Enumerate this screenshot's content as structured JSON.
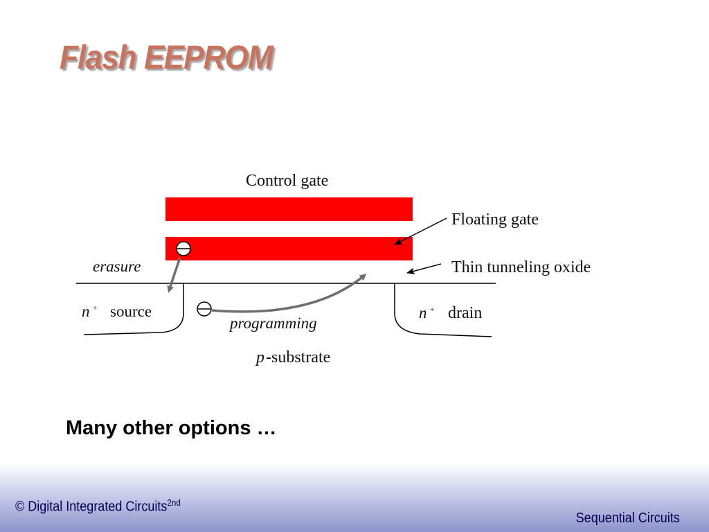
{
  "slide": {
    "title": "Flash EEPROM",
    "body_text": "Many other options …"
  },
  "diagram": {
    "labels": {
      "control_gate": "Control gate",
      "floating_gate": "Floating gate",
      "thin_tunneling_oxide": "Thin tunneling oxide",
      "erasure": "erasure",
      "programming": "programming",
      "source_n": "n",
      "source_n_sup": "+",
      "source": "source",
      "drain_n": "n",
      "drain_n_sup": "+",
      "drain": "drain",
      "substrate_p": "p",
      "substrate": "-substrate"
    },
    "electron_symbol": "⊖",
    "colors": {
      "gate_fill": "#ff0000",
      "arrow": "#6e6e6e",
      "line": "#000000"
    }
  },
  "footer": {
    "left_text": "© Digital Integrated Circuits",
    "left_sup": "2nd",
    "right_text": "Sequential Circuits"
  },
  "colors": {
    "title": "#c8735e",
    "footer_gradient_end": "#8c92cc"
  }
}
